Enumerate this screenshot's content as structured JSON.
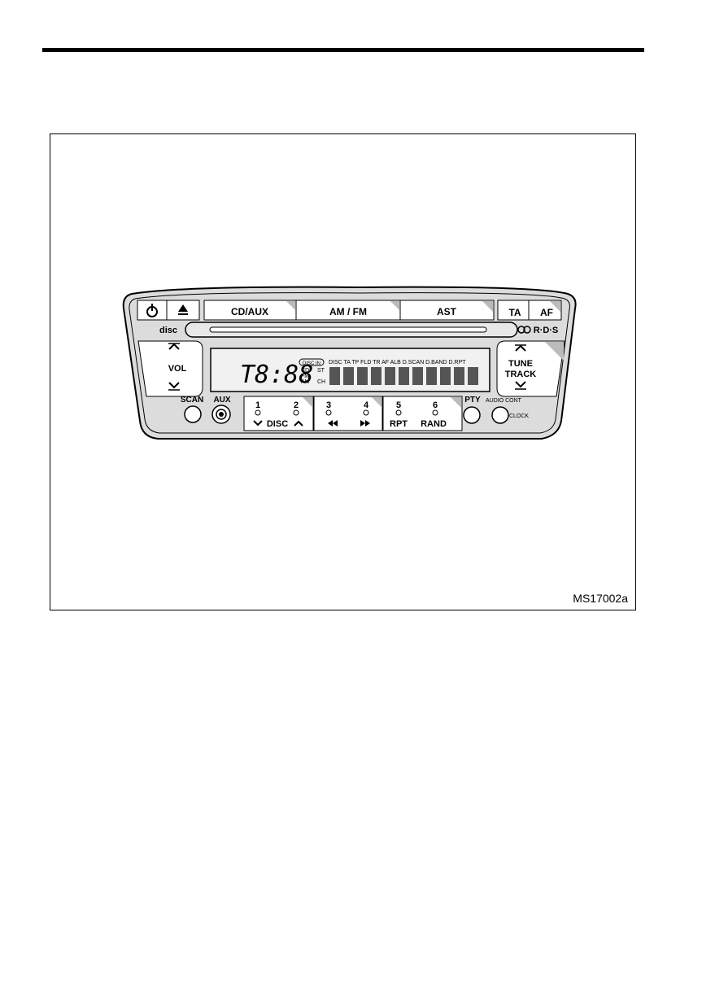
{
  "figure_code": "MS17002a",
  "radio": {
    "top_buttons": {
      "power_icon": "power-icon",
      "eject_icon": "eject-icon",
      "cd_aux": "CD/AUX",
      "am_fm": "AM / FM",
      "ast": "AST",
      "ta": "TA",
      "af": "AF"
    },
    "disc_logo": "disc",
    "rds_logo": "R·D·S",
    "vol": {
      "label": "VOL"
    },
    "tune": {
      "label_line1": "TUNE",
      "label_line2": "TRACK"
    },
    "display": {
      "main_digits": "T8:88",
      "box_label": "DISC IN",
      "mode_labels": [
        "CD",
        "FM",
        "AM"
      ],
      "mode_labels_right": [
        "ST",
        "CH"
      ],
      "indicators": "DISC TA TP FLD TR AF ALB D.SCAN D.BAND D.RPT"
    },
    "scan": "SCAN",
    "aux": "AUX",
    "presets": {
      "p1": "1",
      "p2": "2",
      "disc": "DISC",
      "p3": "3",
      "p4": "4",
      "p5": "5",
      "p6": "6",
      "rpt": "RPT",
      "rand": "RAND"
    },
    "pty": "PTY",
    "audio_cont": "AUDIO CONT",
    "clock": "CLOCK"
  }
}
